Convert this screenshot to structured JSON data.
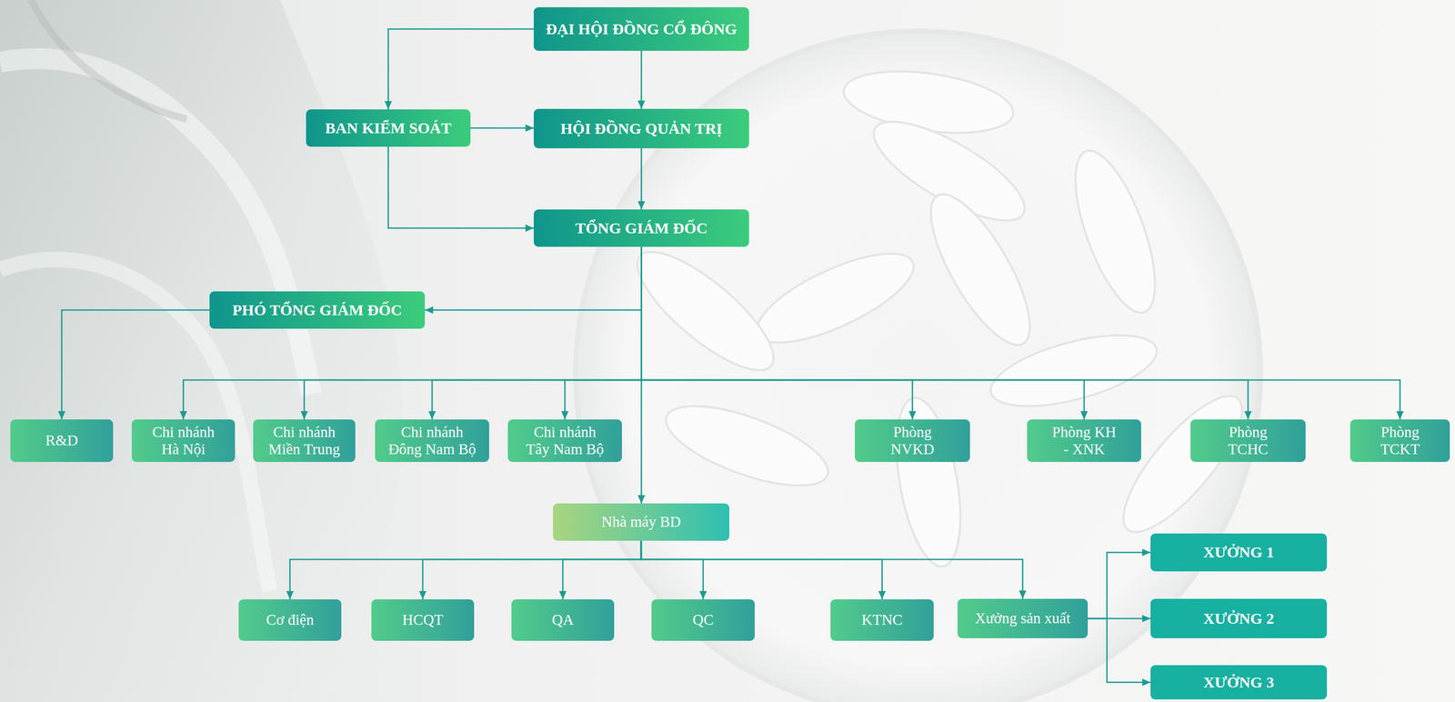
{
  "diagram": {
    "nodes": [
      {
        "text": [
          "ĐẠI HỘI ĐỒNG CỔ ĐÔNG"
        ]
      },
      {
        "text": [
          "BAN KIỂM SOÁT"
        ]
      },
      {
        "text": [
          "HỘI ĐỒNG QUẢN TRỊ"
        ]
      },
      {
        "text": [
          "TỔNG GIÁM ĐỐC"
        ]
      },
      {
        "text": [
          "PHÓ TỔNG GIÁM ĐỐC"
        ]
      },
      {
        "text": [
          "R&D"
        ]
      },
      {
        "text": [
          "Chi nhánh Hà Nội"
        ]
      },
      {
        "text": [
          "Chi nhánh Miền Trung"
        ]
      },
      {
        "text": [
          "Chi nhánh Đông Nam Bộ"
        ]
      },
      {
        "text": [
          "Chi nhánh Tây Nam Bộ"
        ]
      },
      {
        "text": [
          "Phòng NVKD"
        ]
      },
      {
        "text": [
          "Phòng KH - XNK"
        ]
      },
      {
        "text": [
          "Phòng TCHC"
        ]
      },
      {
        "text": [
          "Phòng TCKT"
        ]
      },
      {
        "text": [
          "Nhà máy BD"
        ]
      },
      {
        "text": [
          "Cơ điện"
        ]
      },
      {
        "text": [
          "HCQT"
        ]
      },
      {
        "text": [
          "QA"
        ]
      },
      {
        "text": [
          "QC"
        ]
      },
      {
        "text": [
          "KTNC"
        ]
      },
      {
        "text": [
          "Xưởng sản xuất"
        ]
      },
      {
        "text": [
          "XƯỞNG 1"
        ]
      },
      {
        "text": [
          "XƯỞNG 2"
        ]
      },
      {
        "text": [
          "XƯỞNG 3"
        ]
      }
    ],
    "edges": [
      {
        "from": 0,
        "to": 1,
        "arrow": "to"
      },
      {
        "from": 0,
        "to": 2,
        "arrow": "to"
      },
      {
        "from": 1,
        "to": 2,
        "arrow": "to"
      },
      {
        "from": 1,
        "to": 3,
        "arrow": "to"
      },
      {
        "from": 2,
        "to": 3,
        "arrow": "to"
      },
      {
        "from": 3,
        "to": 4,
        "arrow": "to"
      },
      {
        "from": 4,
        "to": 5,
        "arrow": "to"
      },
      {
        "from": 3,
        "to": 6,
        "arrow": "to"
      },
      {
        "from": 3,
        "to": 7,
        "arrow": "to"
      },
      {
        "from": 3,
        "to": 8,
        "arrow": "to"
      },
      {
        "from": 3,
        "to": 9,
        "arrow": "to"
      },
      {
        "from": 3,
        "to": 10,
        "arrow": "to"
      },
      {
        "from": 3,
        "to": 11,
        "arrow": "to"
      },
      {
        "from": 3,
        "to": 12,
        "arrow": "to"
      },
      {
        "from": 3,
        "to": 13,
        "arrow": "to"
      },
      {
        "from": 3,
        "to": 14,
        "arrow": "to"
      },
      {
        "from": 14,
        "to": 15,
        "arrow": "to"
      },
      {
        "from": 14,
        "to": 16,
        "arrow": "to"
      },
      {
        "from": 14,
        "to": 17,
        "arrow": "to"
      },
      {
        "from": 14,
        "to": 18,
        "arrow": "to"
      },
      {
        "from": 14,
        "to": 19,
        "arrow": "to"
      },
      {
        "from": 14,
        "to": 20,
        "arrow": "to"
      },
      {
        "from": 20,
        "to": 21,
        "arrow": "to"
      },
      {
        "from": 20,
        "to": 22,
        "arrow": "to"
      },
      {
        "from": 20,
        "to": 23,
        "arrow": "to"
      }
    ]
  }
}
